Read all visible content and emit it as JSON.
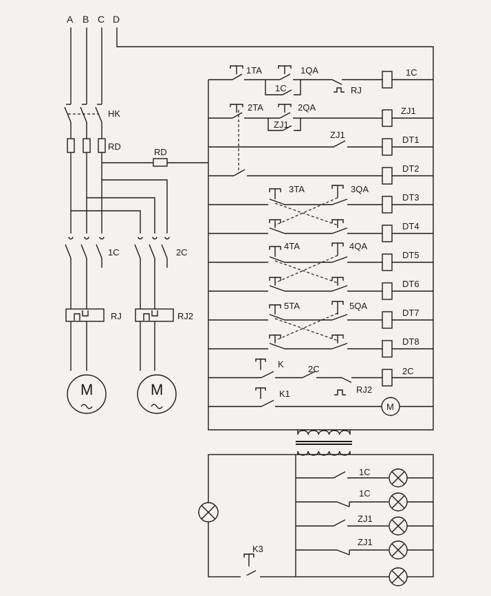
{
  "phases": [
    "A",
    "B",
    "C",
    "D"
  ],
  "power_labels": {
    "main_switch": "HK",
    "fuse_main": "RD",
    "fuse_control": "RD",
    "contactor_1": "1C",
    "contactor_2": "2C",
    "thermal_1": "RJ",
    "thermal_2": "RJ2",
    "motor_1": "M",
    "motor_2": "M"
  },
  "control_rungs": [
    {
      "contacts": [
        "1TA",
        "1QA",
        "1C",
        "RJ"
      ],
      "coil": "1C"
    },
    {
      "contacts": [
        "2TA",
        "2QA",
        "ZJ1"
      ],
      "coil": "ZJ1"
    },
    {
      "contacts": [
        "ZJ1"
      ],
      "coil": "DT1"
    },
    {
      "contacts": [],
      "coil": "DT2"
    },
    {
      "contacts": [
        "3TA",
        "3QA"
      ],
      "coil": "DT3"
    },
    {
      "contacts": [],
      "coil": "DT4"
    },
    {
      "contacts": [
        "4TA",
        "4QA"
      ],
      "coil": "DT5"
    },
    {
      "contacts": [],
      "coil": "DT6"
    },
    {
      "contacts": [
        "5TA",
        "5QA"
      ],
      "coil": "DT7"
    },
    {
      "contacts": [],
      "coil": "DT8"
    },
    {
      "contacts": [
        "K",
        "2C",
        "RJ2"
      ],
      "coil": "2C"
    },
    {
      "contacts": [
        "K1"
      ],
      "coil": "M"
    }
  ],
  "lamp_rungs": [
    {
      "contact": "1C"
    },
    {
      "contact": "1C"
    },
    {
      "contact": "ZJ1"
    },
    {
      "contact": "ZJ1"
    }
  ],
  "lamp_switch": "K3",
  "colors": {
    "line": "#1b1b1b",
    "paper": "#f4f2ef"
  }
}
